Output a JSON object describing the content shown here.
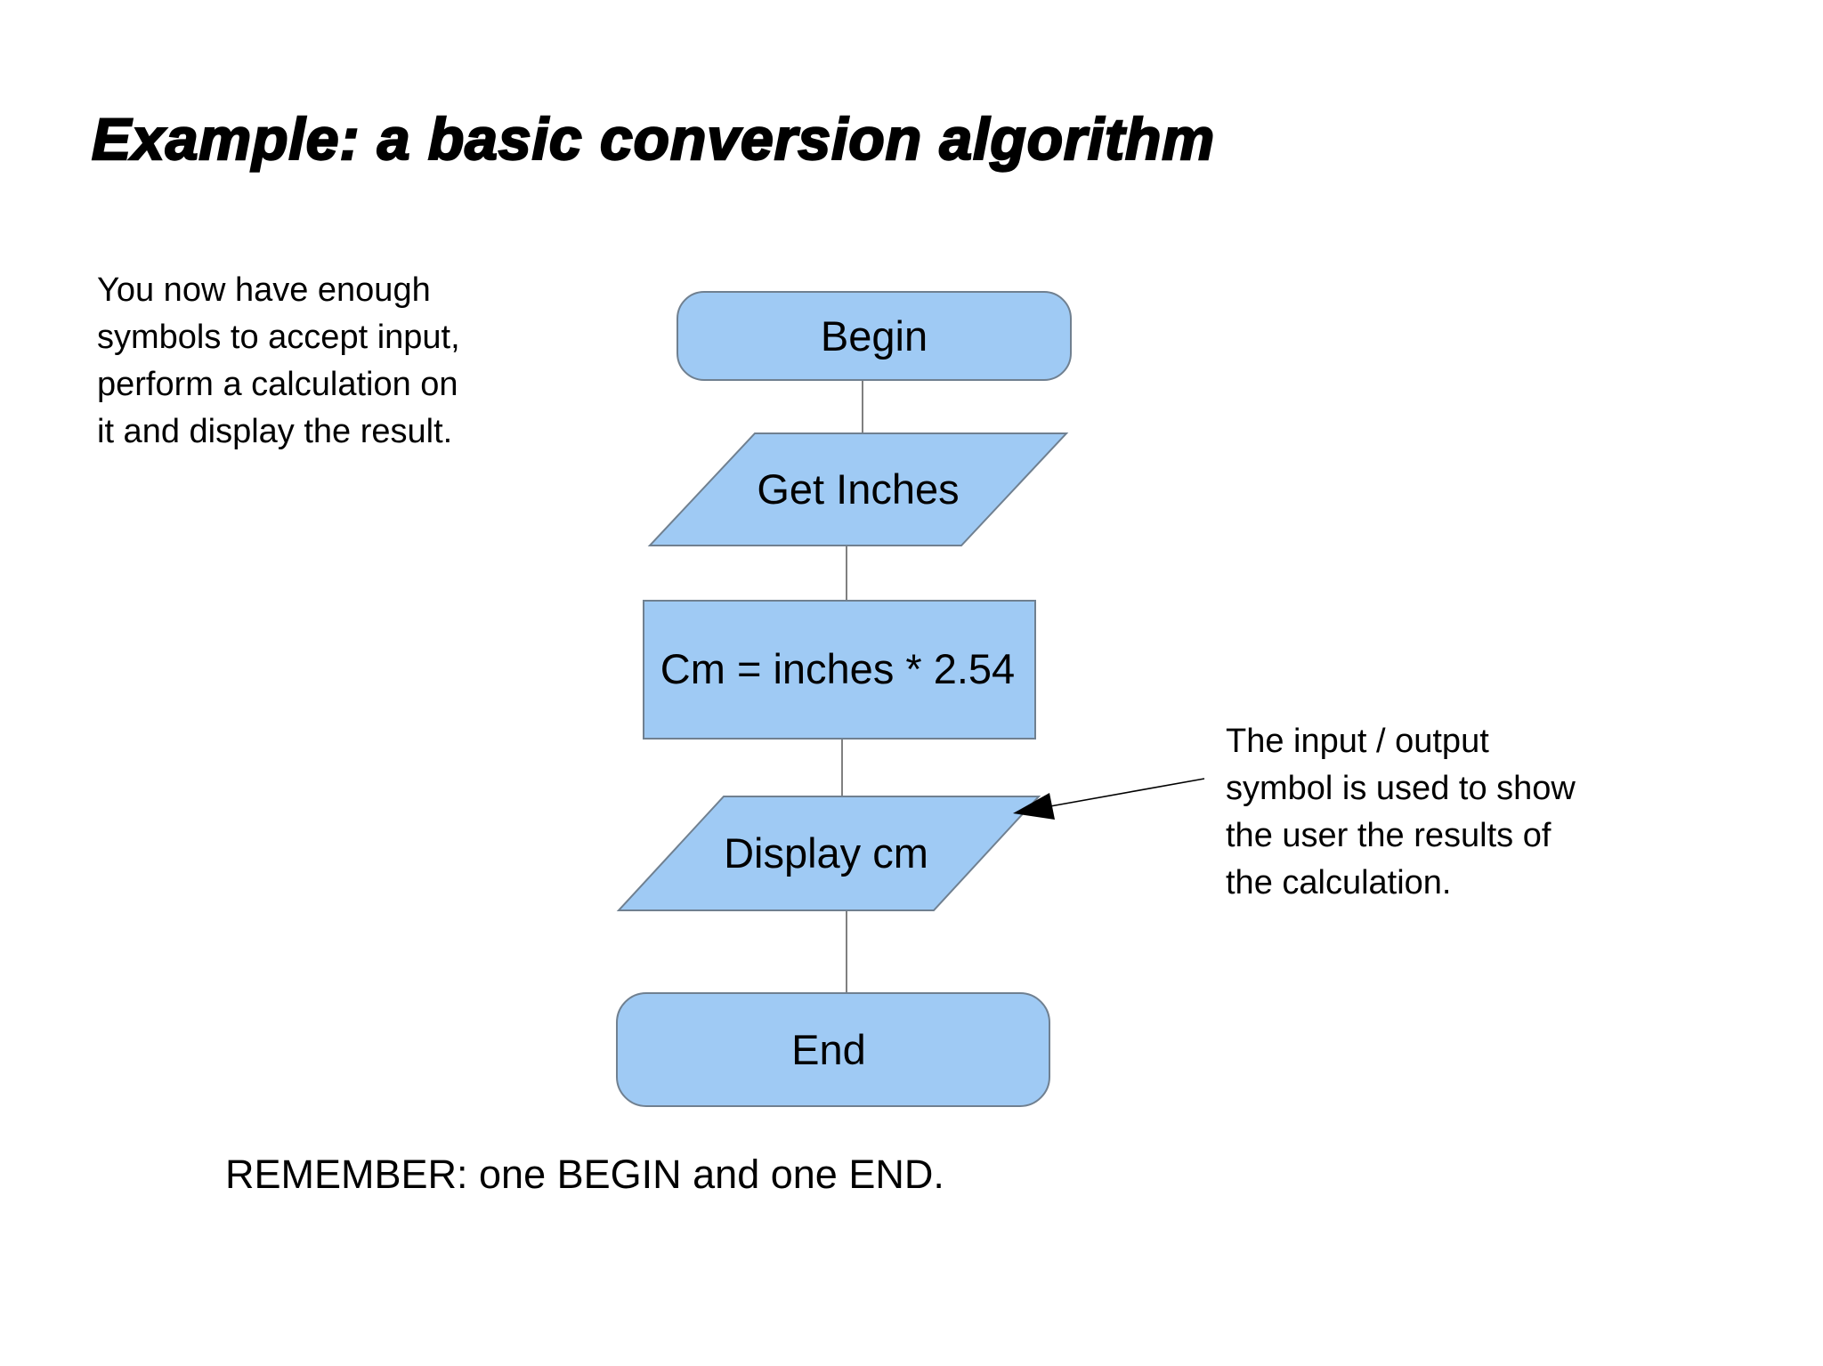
{
  "slide": {
    "title": "Example: a basic conversion algorithm",
    "left_note_lines": [
      "You now have enough",
      "symbols to accept input,",
      "perform a calculation on",
      "it and display the result."
    ],
    "annotation_lines": [
      "The input / output",
      "symbol is used to show",
      "the user the results of",
      "the calculation."
    ],
    "footer": "REMEMBER: one BEGIN and one END."
  },
  "flowchart": {
    "nodes": [
      {
        "id": "begin",
        "type": "terminator",
        "label": "Begin"
      },
      {
        "id": "get-inches",
        "type": "input-output",
        "label": "Get Inches"
      },
      {
        "id": "calculate",
        "type": "process",
        "label": "Cm = inches * 2.54"
      },
      {
        "id": "display",
        "type": "input-output",
        "label": "Display cm"
      },
      {
        "id": "end",
        "type": "terminator",
        "label": "End"
      }
    ],
    "colors": {
      "background": "#ffffff",
      "text": "#000000",
      "node_fill": "#9fcaf4",
      "node_stroke": "#708090",
      "connector": "#808080",
      "arrow": "#000000"
    }
  }
}
